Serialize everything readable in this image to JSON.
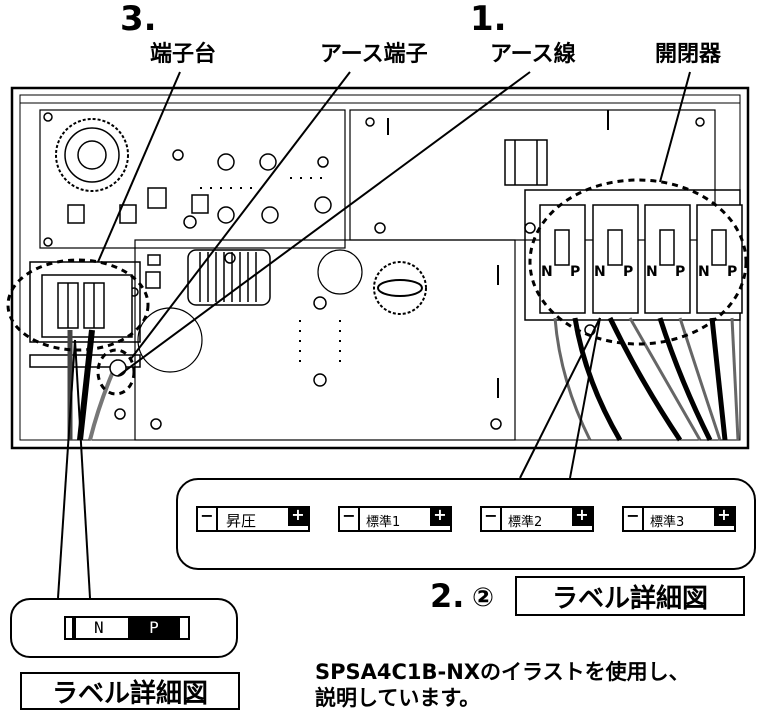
{
  "steps": {
    "terminal": "3.",
    "ground_wire": "1.",
    "label_step": "2."
  },
  "callouts": {
    "terminal_block": "端子台",
    "ground_terminal": "アース端子",
    "ground_wire": "アース線",
    "breaker": "開閉器"
  },
  "label_detail": {
    "circled_num": "②",
    "title": "ラベル詳細図",
    "items": [
      {
        "minus": "−",
        "text": "昇圧",
        "plus": "+"
      },
      {
        "minus": "−",
        "text": "標準1",
        "plus": "+"
      },
      {
        "minus": "−",
        "text": "標準2",
        "plus": "+"
      },
      {
        "minus": "−",
        "text": "標準3",
        "plus": "+"
      }
    ]
  },
  "np_label": {
    "n": "N",
    "p": "P",
    "title": "ラベル詳細図"
  },
  "breaker_switch": {
    "n": "N",
    "p": "P"
  },
  "caption": {
    "line1": "SPSA4C1B-NXのイラストを使用し、",
    "line2": "説明しています。"
  }
}
